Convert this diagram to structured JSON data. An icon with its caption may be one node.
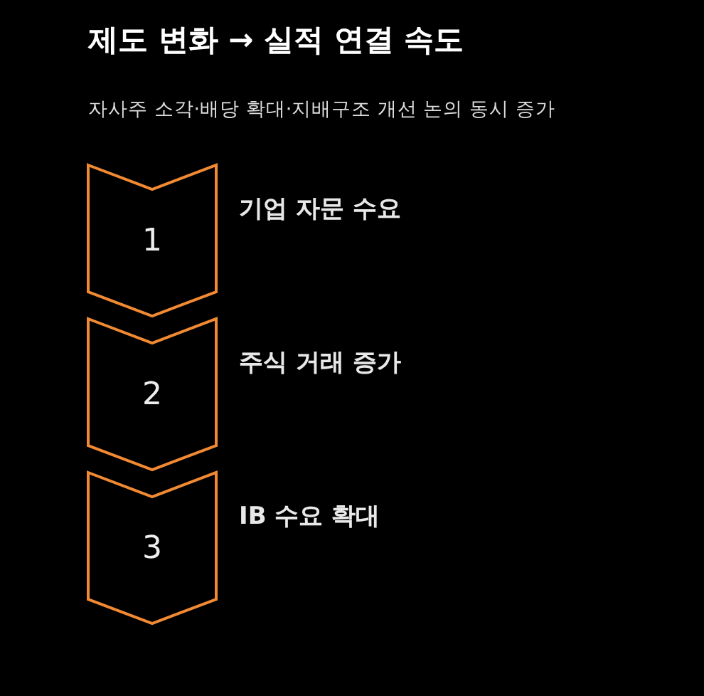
{
  "diagram": {
    "title": "제도 변화 → 실적 연결 속도",
    "nodes": [
      {
        "text": [
          "1"
        ],
        "beside": [
          "기업 자문 수요"
        ]
      },
      {
        "text": [
          "2"
        ],
        "beside": [
          "주식 거래 증가"
        ]
      },
      {
        "text": [
          "3"
        ],
        "beside": [
          "IB 수요 확대"
        ]
      }
    ],
    "labels": [
      "자사주 소각·배당 확대·지배구조 개선 논의 동시 증가"
    ]
  }
}
